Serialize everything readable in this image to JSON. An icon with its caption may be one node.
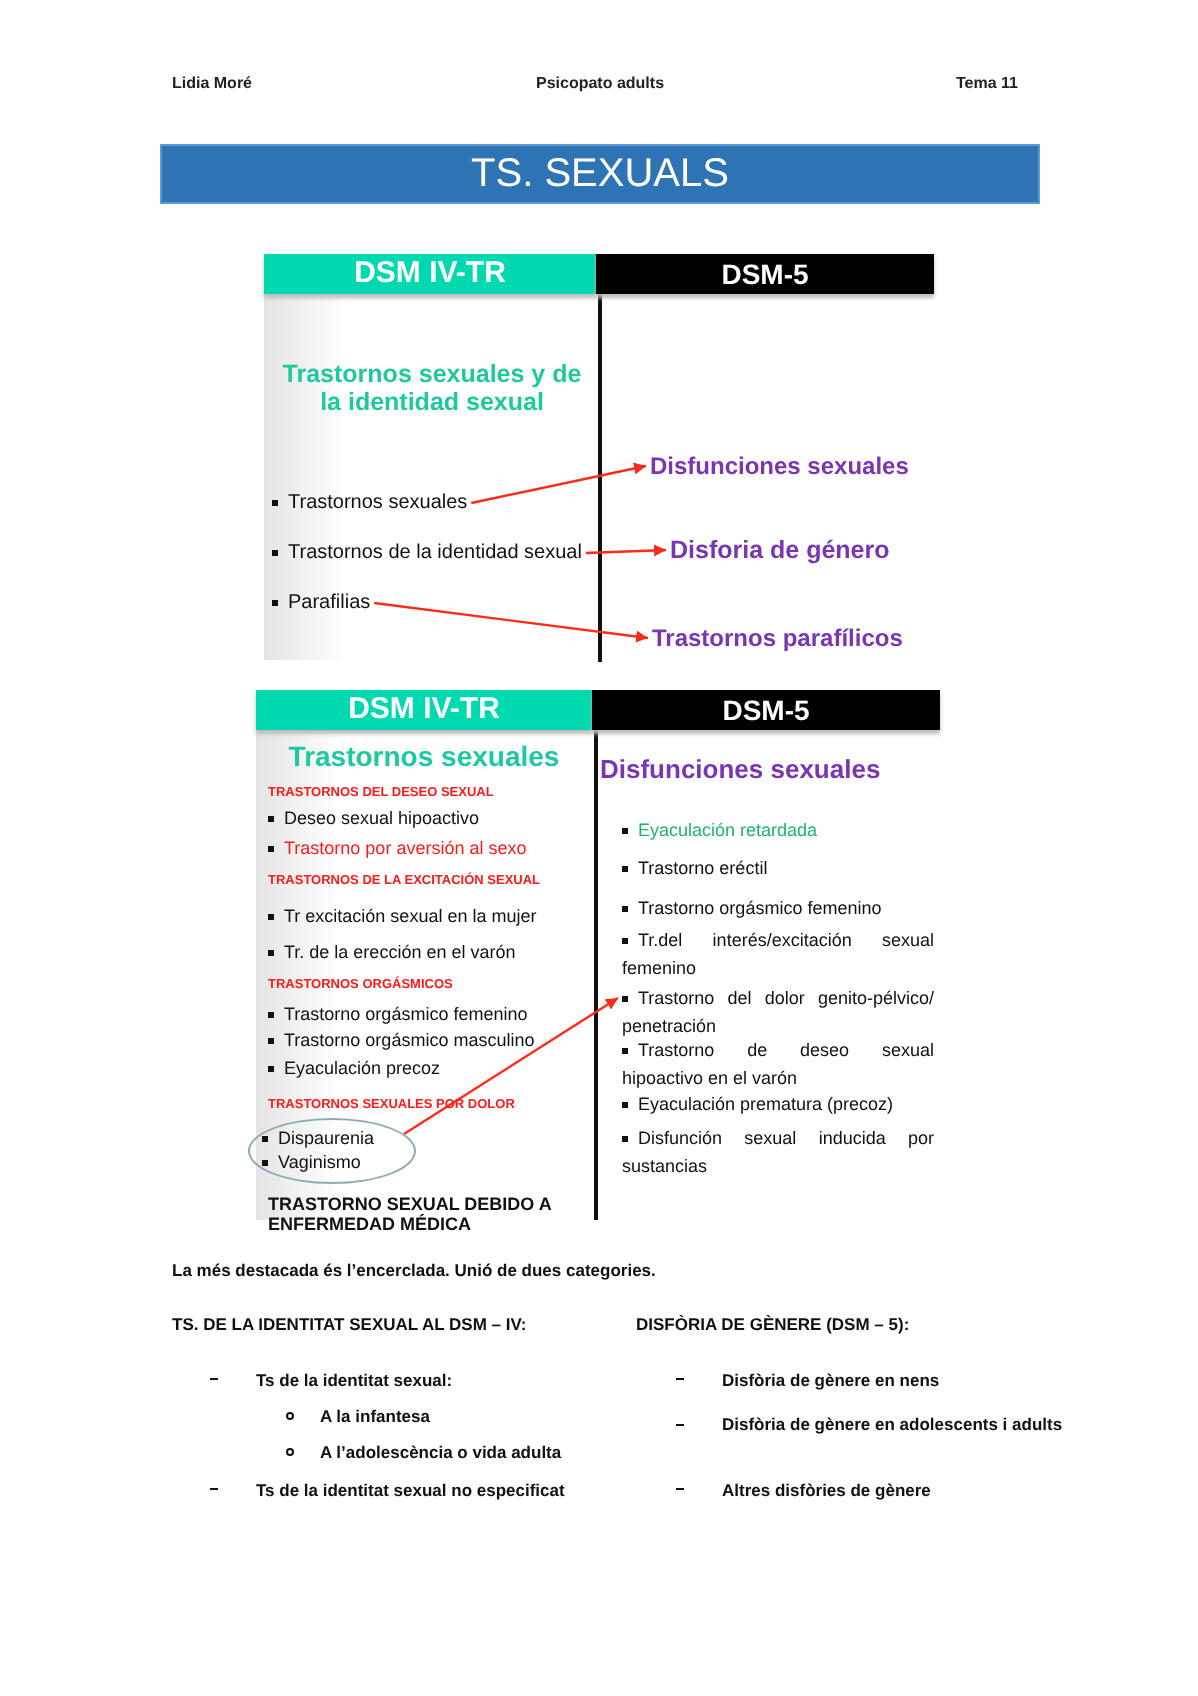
{
  "diagram": {
    "title": "TS. SEXUALS",
    "nodes": [
      {
        "text": [
          "Trastornos sexuales"
        ]
      },
      {
        "text": [
          "Trastornos de la identidad sexual"
        ]
      },
      {
        "text": [
          "Parafilias"
        ]
      },
      {
        "text": [
          "Disfunciones sexuales"
        ]
      },
      {
        "text": [
          "Disforia de género"
        ]
      },
      {
        "text": [
          "Trastornos parafílicos"
        ]
      },
      {
        "text": [
          "Dispaurenia",
          "Vaginismo"
        ]
      },
      {
        "text": [
          "Trastorno del dolor genito-pélvico/ penetración"
        ]
      }
    ],
    "edges": [
      {
        "from": 0,
        "to": 3,
        "arrow": "to"
      },
      {
        "from": 1,
        "to": 4,
        "arrow": "to"
      },
      {
        "from": 2,
        "to": 5,
        "arrow": "to"
      },
      {
        "from": 6,
        "to": 7,
        "arrow": "to"
      }
    ],
    "labels": [
      "Lidia Moré",
      "Psicopato adults",
      "Tema 11",
      "DSM IV-TR",
      "DSM-5",
      "Trastornos sexuales y de la identidad sexual",
      "DSM IV-TR",
      "DSM-5",
      "Trastornos sexuales",
      "Disfunciones sexuales",
      "TRASTORNOS DEL DESEO SEXUAL",
      "Deseo sexual hipoactivo",
      "Trastorno por aversión al sexo",
      "TRASTORNOS DE LA EXCITACIÓN SEXUAL",
      "Tr excitación sexual en la mujer",
      "Tr. de la erección en el varón",
      "TRASTORNOS ORGÁSMICOS",
      "Trastorno orgásmico femenino",
      "Trastorno orgásmico masculino",
      "Eyaculación precoz",
      "TRASTORNOS SEXUALES POR DOLOR",
      "TRASTORNO SEXUAL DEBIDO A ENFERMEDAD MÉDICA",
      "Eyaculación retardada",
      "Trastorno eréctil",
      "Trastorno orgásmico femenino",
      "Tr.del interés/excitación sexual femenino",
      "Trastorno de deseo sexual hipoactivo en el varón",
      "Eyaculación prematura (precoz)",
      "Disfunción sexual inducida por sustancias",
      "La més destacada és l’encerclada. Unió de dues categories.",
      "TS. DE LA IDENTITAT SEXUAL AL DSM – IV:",
      "DISFÒRIA DE GÈNERE (DSM – 5):",
      "Ts de la identitat sexual:",
      "A la infantesa",
      "A l’adolescència o vida adulta",
      "Ts de la identitat sexual no especificat",
      "Disfòria de gènere en nens",
      "Disfòria de gènere en adolescents i adults",
      "Altres disfòries de gènere"
    ]
  }
}
